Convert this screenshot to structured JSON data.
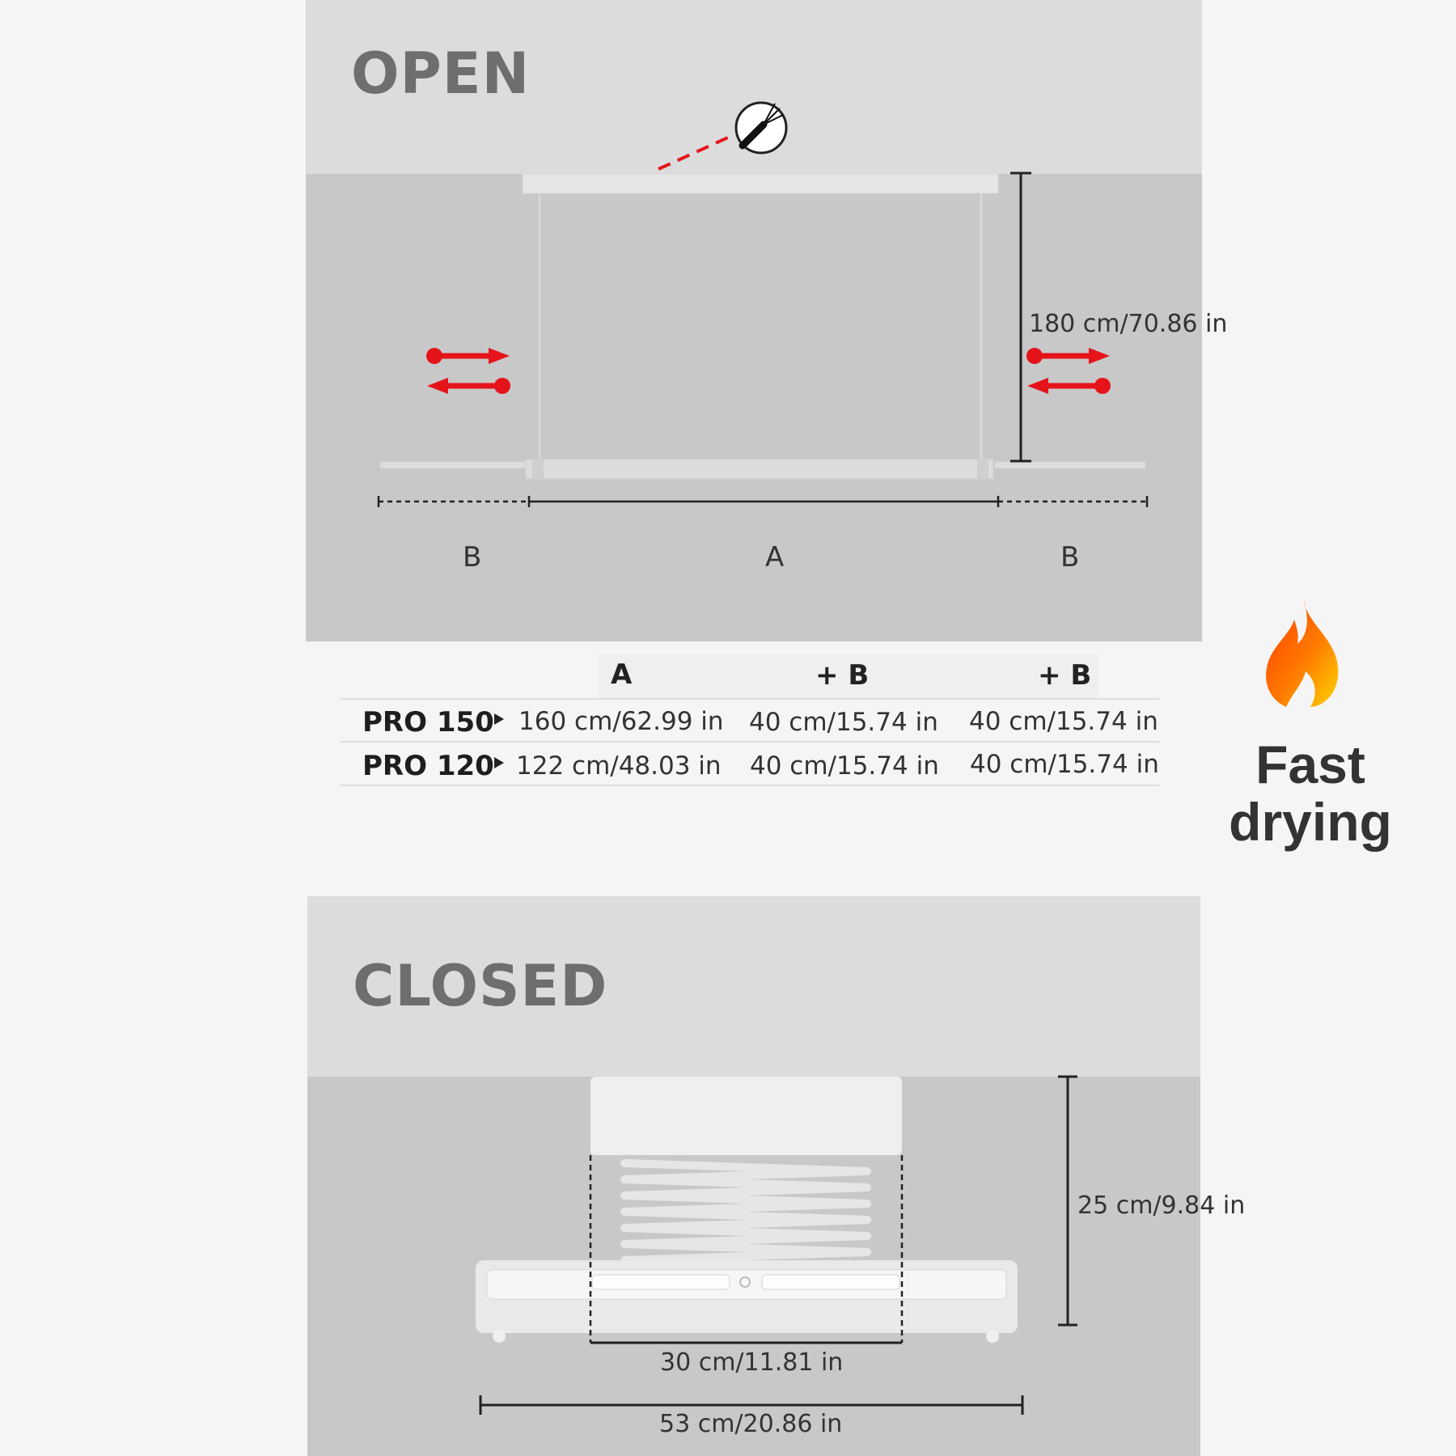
{
  "open_section": {
    "title": "OPEN",
    "height_label": "180 cm/70.86 in",
    "segment_labels": {
      "left": "B",
      "middle": "A",
      "right": "B"
    }
  },
  "table": {
    "headers": [
      "A",
      "+ B",
      "+ B"
    ],
    "rows": [
      {
        "model": "PRO 150",
        "a": "160 cm/62.99 in",
        "b1": "40 cm/15.74 in",
        "b2": "40 cm/15.74 in"
      },
      {
        "model": "PRO 120",
        "a": "122 cm/48.03 in",
        "b1": "40 cm/15.74 in",
        "b2": "40 cm/15.74 in"
      }
    ]
  },
  "feature": {
    "line1": "Fast",
    "line2": "drying",
    "icon": "flame-icon"
  },
  "closed_section": {
    "title": "CLOSED",
    "height_label": "25 cm/9.84 in",
    "inner_width_label": "30 cm/11.81 in",
    "outer_width_label": "53 cm/20.86 in"
  },
  "colors": {
    "arrow": "#e5141b",
    "title": "#6e6e6e",
    "wall": "#c9c8c9",
    "ceiling": "#dcdcdc"
  }
}
